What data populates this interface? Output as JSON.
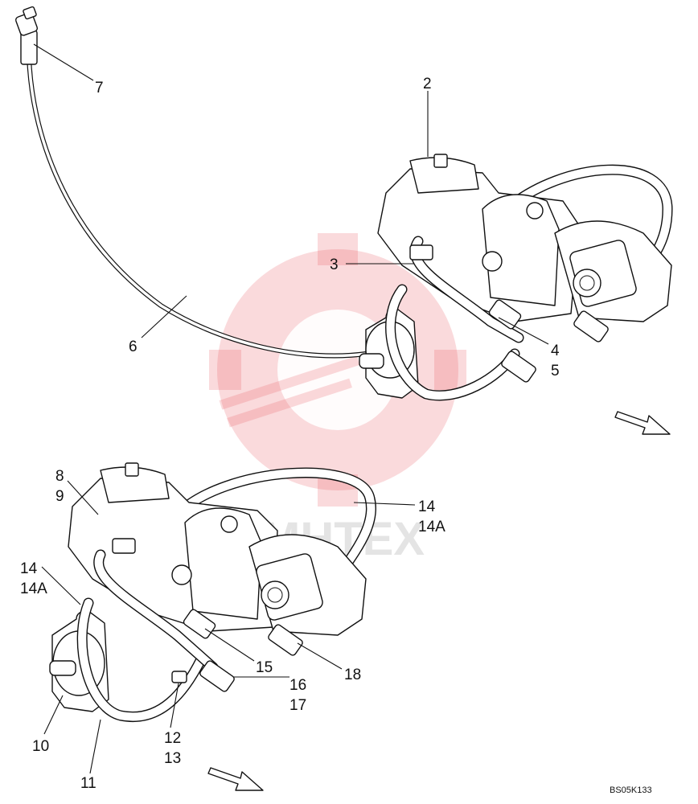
{
  "diagram": {
    "drawing_code": "BS05K133",
    "callouts": [
      {
        "id": "c2",
        "text": "2"
      },
      {
        "id": "c3",
        "text": "3"
      },
      {
        "id": "c4",
        "text": "4"
      },
      {
        "id": "c5",
        "text": "5"
      },
      {
        "id": "c6",
        "text": "6"
      },
      {
        "id": "c7",
        "text": "7"
      },
      {
        "id": "c8",
        "text": "8"
      },
      {
        "id": "c9",
        "text": "9"
      },
      {
        "id": "c10",
        "text": "10"
      },
      {
        "id": "c11",
        "text": "11"
      },
      {
        "id": "c12",
        "text": "12"
      },
      {
        "id": "c13",
        "text": "13"
      },
      {
        "id": "c14a",
        "text": "14"
      },
      {
        "id": "c14b",
        "text": "14A"
      },
      {
        "id": "c14c",
        "text": "14"
      },
      {
        "id": "c14d",
        "text": "14A"
      },
      {
        "id": "c15",
        "text": "15"
      },
      {
        "id": "c16",
        "text": "16"
      },
      {
        "id": "c17",
        "text": "17"
      },
      {
        "id": "c18",
        "text": "18"
      }
    ],
    "watermark_text": "MHTEX",
    "colors": {
      "ink": "#111111",
      "watermark": "#e8575e",
      "background": "#ffffff"
    }
  }
}
